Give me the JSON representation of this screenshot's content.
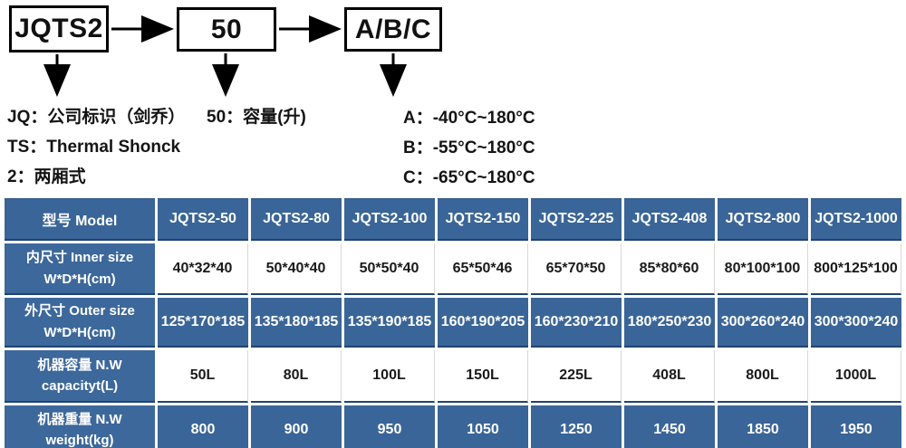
{
  "flow": {
    "boxes": [
      "JQTS2",
      "50",
      "A/B/C"
    ],
    "left_notes": [
      "JQ：公司标识（剑乔）",
      "TS：Thermal Shonck",
      "2：两厢式"
    ],
    "mid_note": "50：容量(升)",
    "right_notes": [
      "A：-40°C~180°C",
      "B：-55°C~180°C",
      "C：-65°C~180°C"
    ]
  },
  "table": {
    "headers": [
      "型号 Model",
      "JQTS2-50",
      "JQTS2-80",
      "JQTS2-100",
      "JQTS2-150",
      "JQTS2-225",
      "JQTS2-408",
      "JQTS2-800",
      "JQTS2-1000"
    ],
    "rows": [
      {
        "label_line1": "内尺寸 Inner size",
        "label_line2": "W*D*H(cm)",
        "values": [
          "40*32*40",
          "50*40*40",
          "50*50*40",
          "65*50*46",
          "65*70*50",
          "85*80*60",
          "80*100*100",
          "800*125*100"
        ]
      },
      {
        "label_line1": "外尺寸 Outer size",
        "label_line2": "W*D*H(cm)",
        "values": [
          "125*170*185",
          "135*180*185",
          "135*190*185",
          "160*190*205",
          "160*230*210",
          "180*250*230",
          "300*260*240",
          "300*300*240"
        ]
      },
      {
        "label_line1": "机器容量 N.W",
        "label_line2": "capacityt(L)",
        "values": [
          "50L",
          "80L",
          "100L",
          "150L",
          "225L",
          "408L",
          "800L",
          "1000L"
        ]
      },
      {
        "label_line1": "机器重量 N.W",
        "label_line2": "weight(kg)",
        "values": [
          "800",
          "900",
          "950",
          "1050",
          "1250",
          "1450",
          "1850",
          "1950"
        ]
      }
    ]
  },
  "colors": {
    "table_blue": "#3A6598",
    "label_blue": "#3D689B",
    "row_divider": "#1F4470",
    "box_border": "#000000"
  }
}
